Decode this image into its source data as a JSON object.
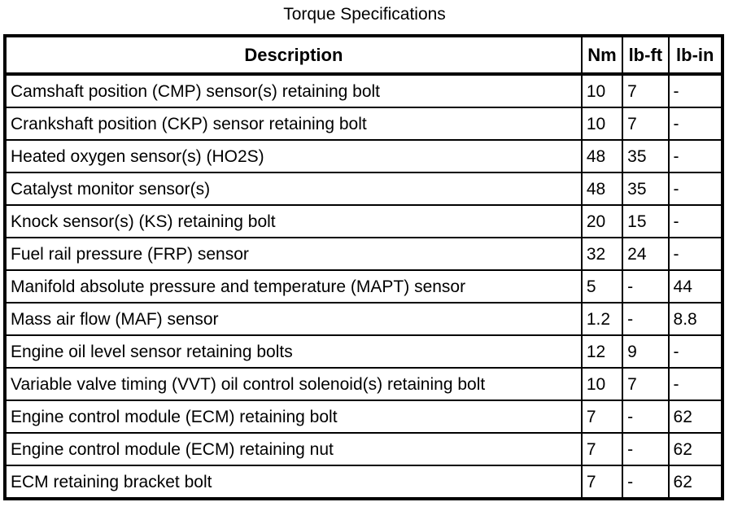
{
  "page": {
    "title": "Torque Specifications"
  },
  "chart_data": {
    "type": "table",
    "title": "Torque Specifications",
    "columns": [
      "Description",
      "Nm",
      "lb-ft",
      "lb-in"
    ],
    "rows": [
      {
        "description": "Camshaft position (CMP) sensor(s) retaining bolt",
        "nm": "10",
        "lbft": "7",
        "lbin": "-"
      },
      {
        "description": "Crankshaft position (CKP) sensor retaining bolt",
        "nm": "10",
        "lbft": "7",
        "lbin": "-"
      },
      {
        "description": "Heated oxygen sensor(s) (HO2S)",
        "nm": "48",
        "lbft": "35",
        "lbin": "-"
      },
      {
        "description": "Catalyst monitor sensor(s)",
        "nm": "48",
        "lbft": "35",
        "lbin": "-"
      },
      {
        "description": "Knock sensor(s) (KS) retaining bolt",
        "nm": "20",
        "lbft": "15",
        "lbin": "-"
      },
      {
        "description": "Fuel rail pressure (FRP) sensor",
        "nm": "32",
        "lbft": "24",
        "lbin": "-"
      },
      {
        "description": "Manifold absolute pressure and temperature (MAPT) sensor",
        "nm": "5",
        "lbft": "-",
        "lbin": "44"
      },
      {
        "description": "Mass air flow (MAF) sensor",
        "nm": "1.2",
        "lbft": "-",
        "lbin": "8.8"
      },
      {
        "description": "Engine oil level sensor retaining bolts",
        "nm": "12",
        "lbft": "9",
        "lbin": "-"
      },
      {
        "description": "Variable valve timing (VVT) oil control solenoid(s) retaining bolt",
        "nm": "10",
        "lbft": "7",
        "lbin": "-"
      },
      {
        "description": "Engine control module (ECM) retaining bolt",
        "nm": "7",
        "lbft": "-",
        "lbin": "62"
      },
      {
        "description": "Engine control module (ECM) retaining nut",
        "nm": "7",
        "lbft": "-",
        "lbin": "62"
      },
      {
        "description": "ECM retaining bracket bolt",
        "nm": "7",
        "lbft": "-",
        "lbin": "62"
      }
    ],
    "header": {
      "description": "Description",
      "nm": "Nm",
      "lbft": "lb-ft",
      "lbin": "lb-in"
    }
  }
}
